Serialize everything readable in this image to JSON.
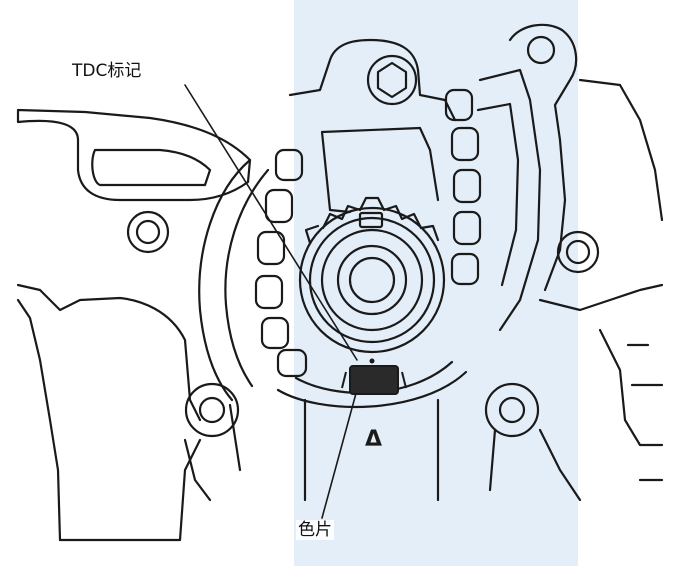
{
  "labels": {
    "tdc_mark": "TDC标记",
    "color_chip": "色片",
    "triangle_mark": "Δ"
  },
  "colors": {
    "line": "#1a1a1a",
    "background": "#ffffff",
    "watermark_band": "#dbe8f5"
  }
}
